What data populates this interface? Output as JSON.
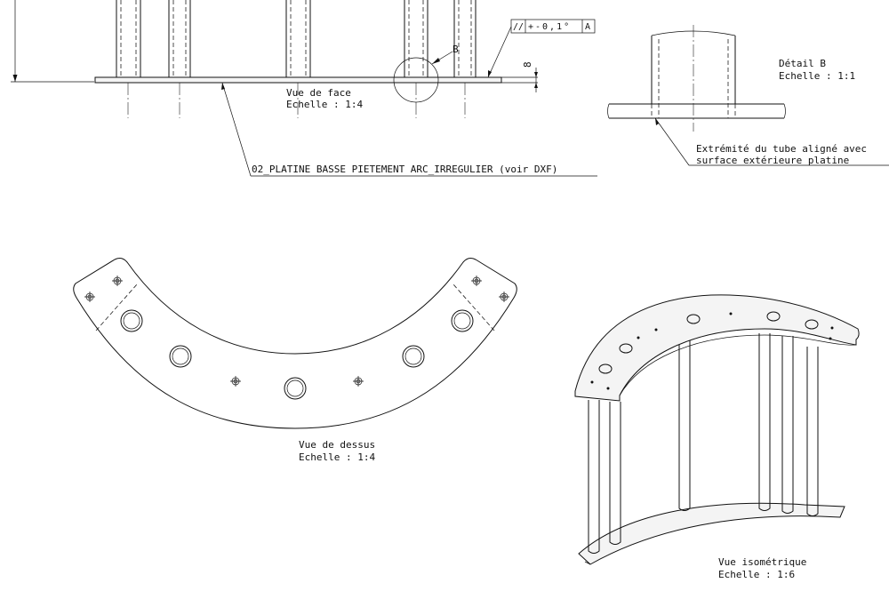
{
  "front_view": {
    "caption": "Vue de face",
    "scale": "Echelle :  1:4",
    "detail_marker": "B",
    "thickness_dim": "8",
    "tolerance": {
      "symbol": "//",
      "value": "+-0,1°",
      "datum": "A"
    },
    "part_callout": "02_PLATINE BASSE PIETEMENT ARC_IRREGULIER (voir DXF)"
  },
  "detail_view": {
    "caption": "Détail B",
    "scale": "Echelle :  1:1",
    "note_line1": "Extrémité du tube aligné avec",
    "note_line2": "surface extérieure platine"
  },
  "top_view": {
    "caption": "Vue de dessus",
    "scale": "Echelle :  1:4"
  },
  "iso_view": {
    "caption": "Vue isométrique",
    "scale": "Echelle :  1:6"
  }
}
